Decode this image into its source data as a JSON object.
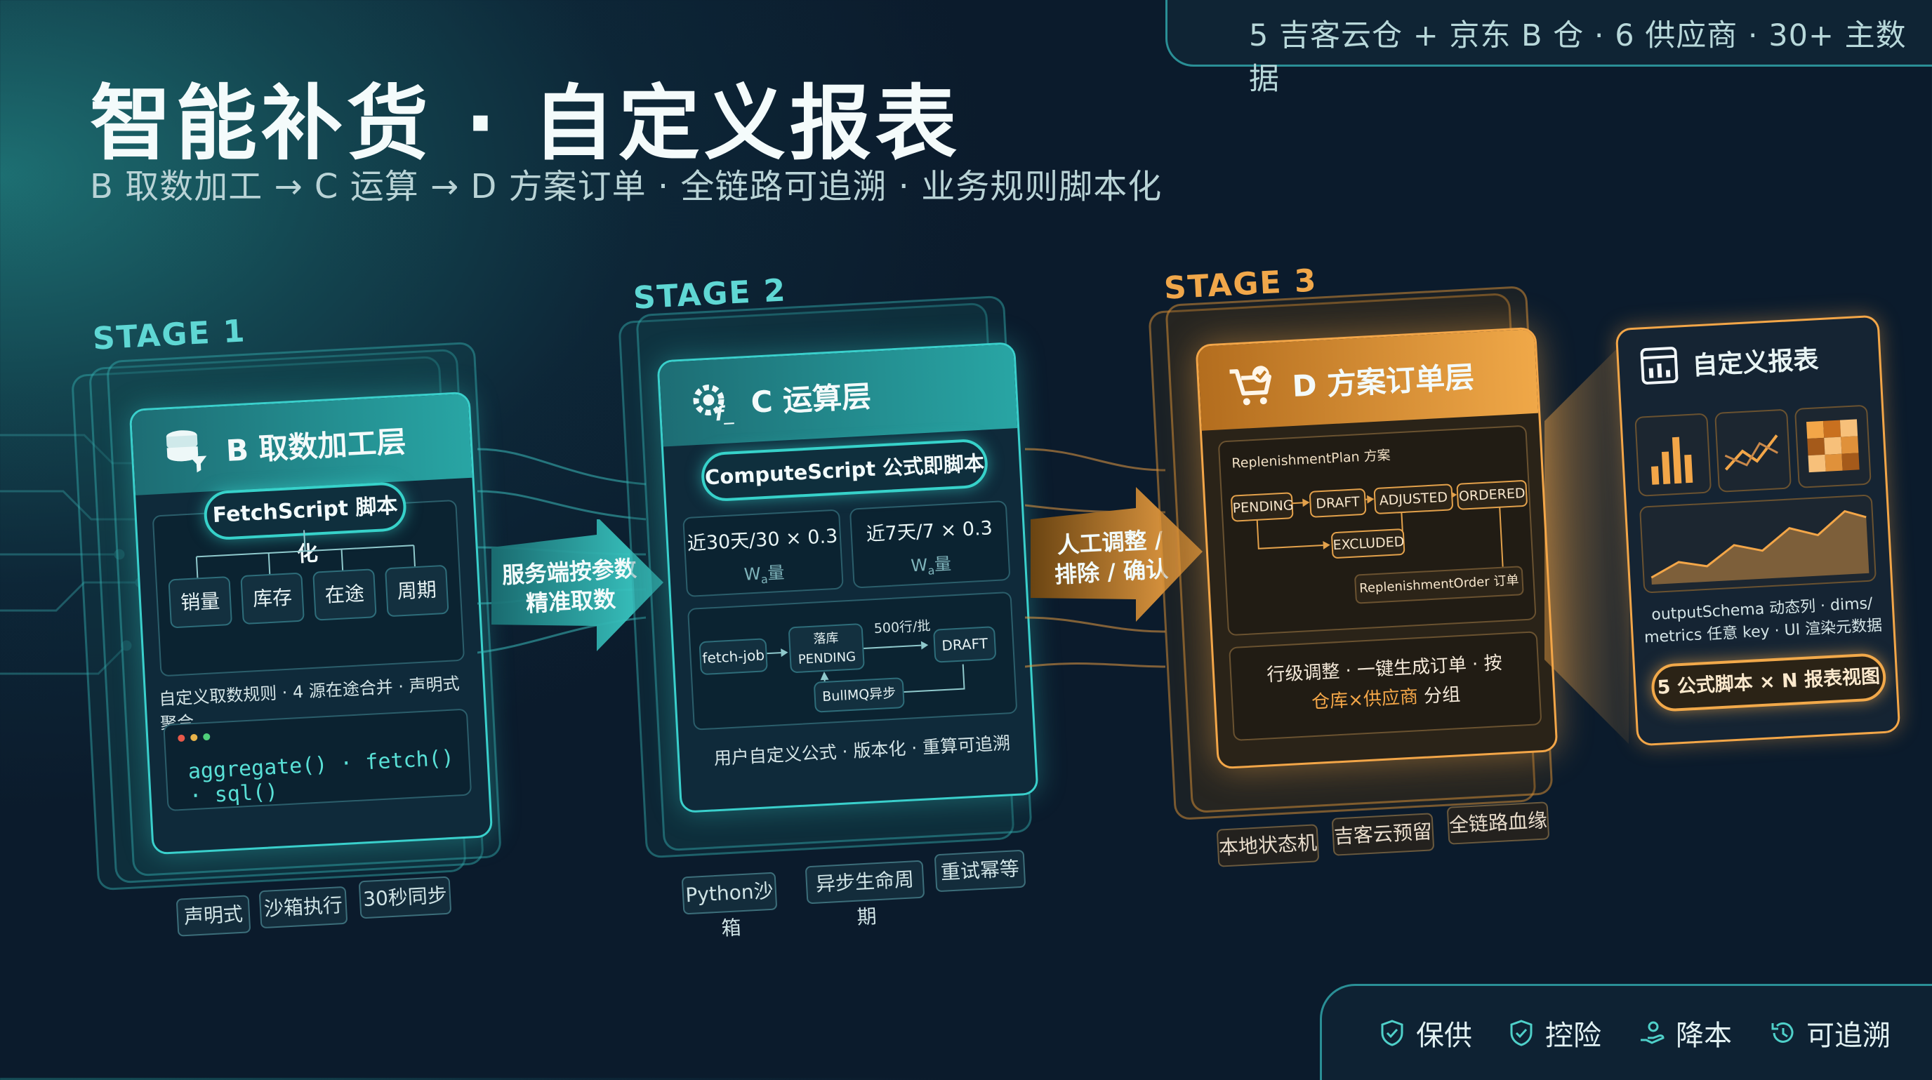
{
  "header": {
    "top_tag": "5 吉客云仓 + 京东 B 仓 · 6 供应商 · 30+ 主数据",
    "title": "智能补货 · 自定义报表",
    "subtitle": "B 取数加工 → C 运算 → D 方案订单 · 全链路可追溯 · 业务规则脚本化"
  },
  "stage1": {
    "label": "STAGE 1",
    "title": "B 取数加工层",
    "pill": "FetchScript 脚本化",
    "sources": [
      "销量",
      "库存",
      "在途",
      "周期"
    ],
    "note": "自定义取数规则 · 4 源在途合并 · 声明式聚合",
    "code": "aggregate() · fetch() · sql()",
    "chips": [
      "声明式",
      "沙箱执行",
      "30秒同步"
    ]
  },
  "arrow1": {
    "line1": "服务端按参数",
    "line2": "精准取数"
  },
  "stage2": {
    "label": "STAGE 2",
    "title": "C 运算层",
    "pill": "ComputeScript 公式即脚本",
    "formula_left": "近30天/30 × 0.3",
    "formula_left_sub": "W",
    "formula_left_sub2": "a",
    "formula_left_sub3": "量",
    "formula_right": "近7天/7 × 0.3",
    "formula_right_sub": "W",
    "formula_right_sub2": "a",
    "formula_right_sub3": "量",
    "flow": {
      "fetch_job": "fetch-job",
      "pending_top": "落库",
      "pending_bottom": "PENDING",
      "batch": "500行/批",
      "draft": "DRAFT",
      "bullmq": "BullMQ异步"
    },
    "note": "用户自定义公式 · 版本化 · 重算可追溯",
    "chips": [
      "Python沙箱",
      "异步生命周期",
      "重试幂等"
    ]
  },
  "arrow2": {
    "line1": "人工调整 /",
    "line2": "排除 / 确认"
  },
  "stage3": {
    "label": "STAGE 3",
    "title": "D 方案订单层",
    "plan_label": "ReplenishmentPlan 方案",
    "states": [
      "PENDING",
      "DRAFT",
      "ADJUSTED",
      "ORDERED",
      "EXCLUDED"
    ],
    "order_label": "ReplenishmentOrder 订单",
    "note_line1": "行级调整 · 一键生成订单 · 按",
    "note_highlight": "仓库×供应商",
    "note_tail": " 分组",
    "chips": [
      "本地状态机",
      "吉客云预留",
      "全链路血缘"
    ]
  },
  "report": {
    "title": "自定义报表",
    "note_line1": "outputSchema 动态列 · dims/",
    "note_line2": "metrics 任意 key · UI 渲染元数据",
    "pill": "5 公式脚本 × N 报表视图"
  },
  "footer": {
    "items": [
      "保供",
      "控险",
      "降本",
      "可追溯"
    ]
  },
  "colors": {
    "teal": "#3ad0cc",
    "orange": "#f3a648",
    "bg": "#0b1b2c"
  }
}
